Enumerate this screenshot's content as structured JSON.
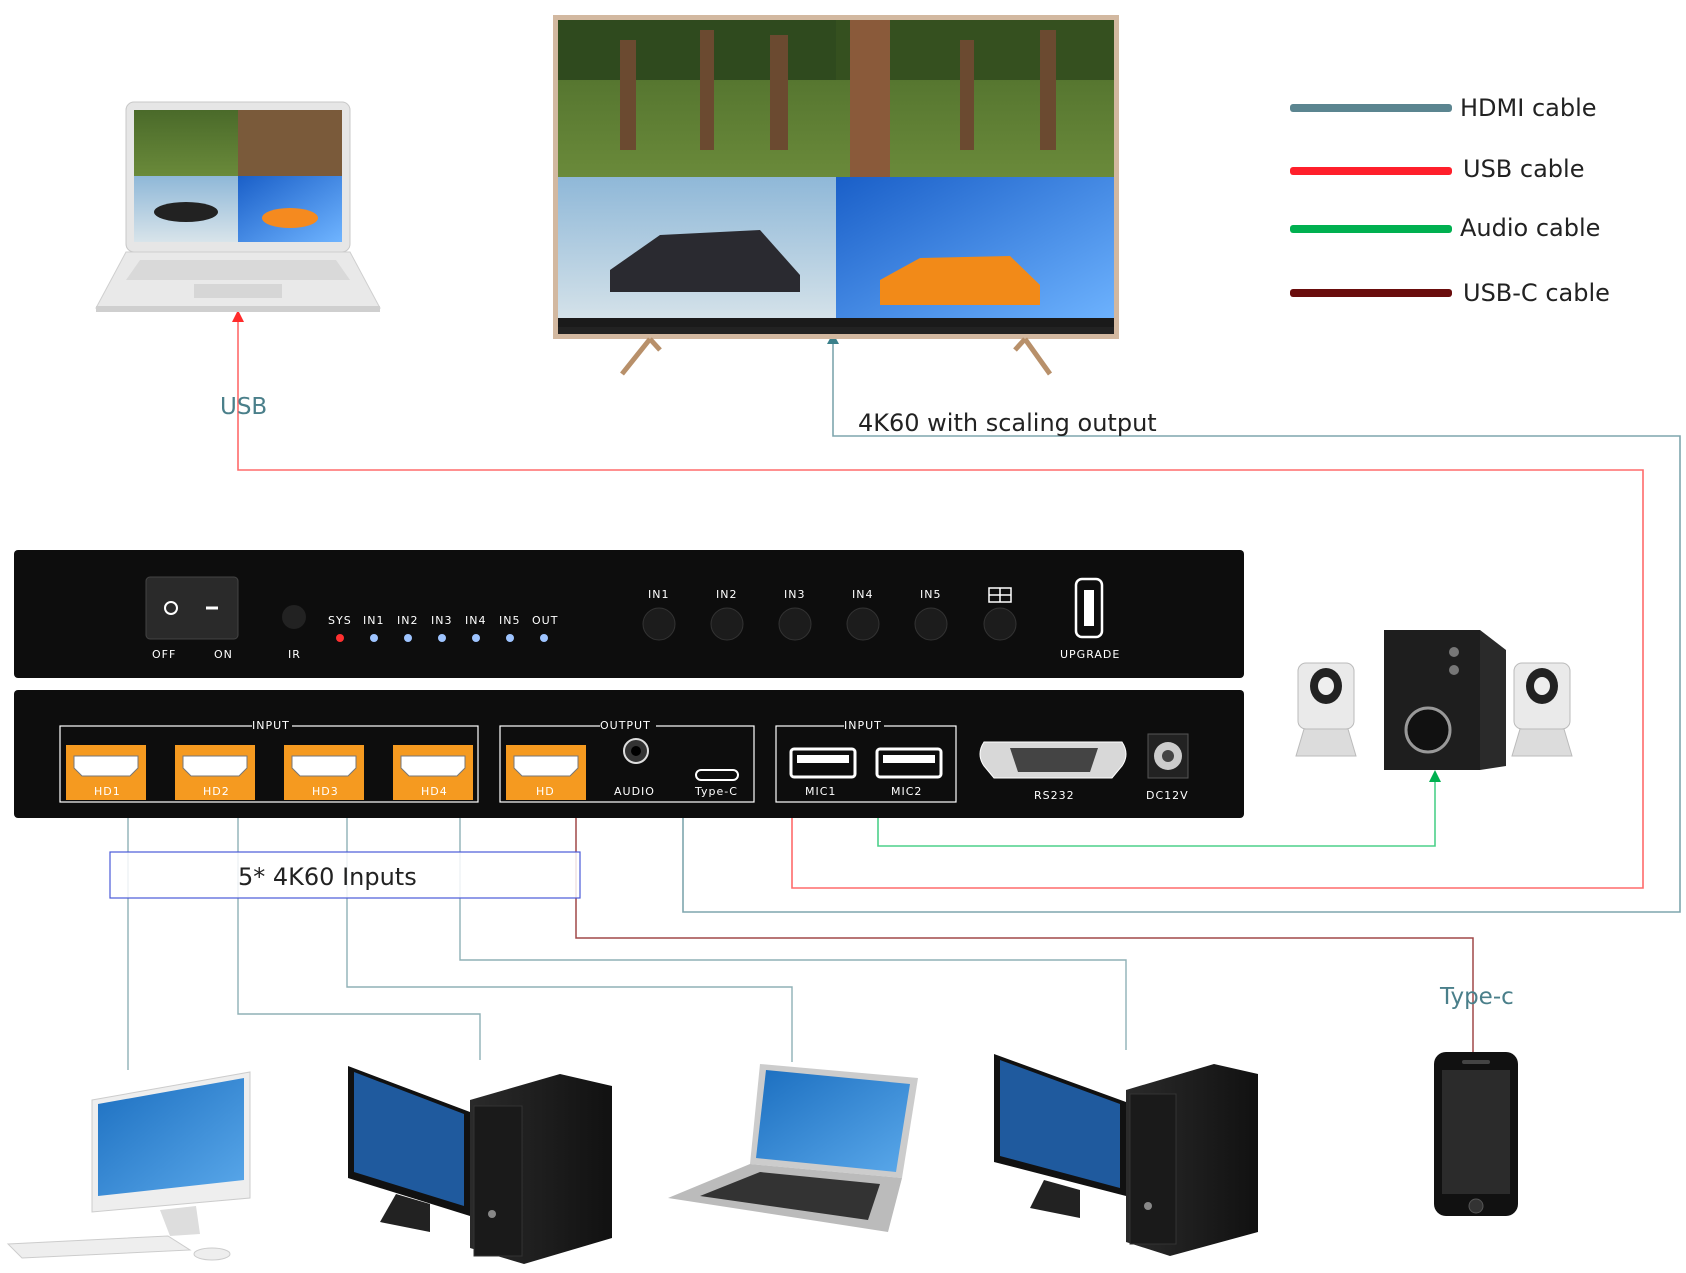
{
  "legend": [
    {
      "label": "HDMI cable",
      "color": "#5b8590"
    },
    {
      "label": "USB cable",
      "color": "#ff1f2b"
    },
    {
      "label": "Audio cable",
      "color": "#00b050"
    },
    {
      "label": "USB-C cable",
      "color": "#7a1010"
    }
  ],
  "labels": {
    "usb": "USB",
    "scaling_output": "4K60 with scaling output",
    "inputs_note": "5* 4K60 Inputs",
    "typec_cable": "Type-c"
  },
  "front_panel": {
    "off": "OFF",
    "on": "ON",
    "ir": "IR",
    "indicators": [
      "SYS",
      "IN1",
      "IN2",
      "IN3",
      "IN4",
      "IN5",
      "OUT"
    ],
    "buttons": [
      "IN1",
      "IN2",
      "IN3",
      "IN4",
      "IN5"
    ],
    "upgrade": "UPGRADE"
  },
  "rear_panel": {
    "input_group": "INPUT",
    "hdmi_inputs": [
      "HD1",
      "HD2",
      "HD3",
      "HD4"
    ],
    "output_group": "OUTPUT",
    "output_hdmi": "HD",
    "audio": "AUDIO",
    "typec": "Type-C",
    "mic_group": "INPUT",
    "mics": [
      "MIC1",
      "MIC2"
    ],
    "rs232": "RS232",
    "dc": "DC12V"
  },
  "icons": [
    "laptop-icon",
    "tv-display-icon",
    "speaker-system-icon",
    "imac-icon",
    "desktop-pc-icon",
    "smartphone-icon"
  ]
}
